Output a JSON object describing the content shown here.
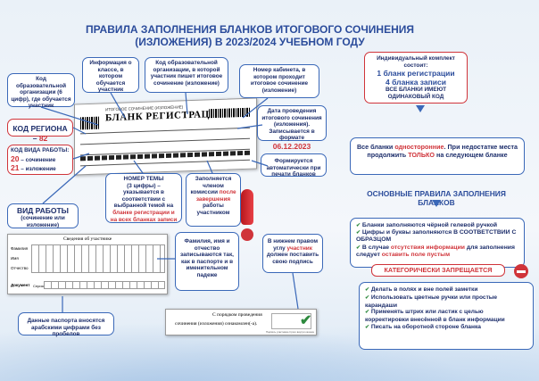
{
  "title": {
    "line1": "ПРАВИЛА ЗАПОЛНЕНИЯ БЛАНКОВ ИТОГОВОГО СОЧИНЕНИЯ",
    "line2": "(ИЗЛОЖЕНИЯ) В 2023/2024 УЧЕБНОМ ГОДУ"
  },
  "boxes": {
    "org_code": "Код образовательной организации (6 цифр), где обучается участник",
    "class_info": "Информация о классе, в котором обучается участник",
    "writing_org": "Код образовательной организации, в которой участник пишет итоговое сочинение (изложение)",
    "room": "Номер кабинета, в котором проходит итоговое сочинение (изложение)",
    "date_head": "Дата проведения итогового сочинения (изложения). Записывается в формате",
    "date_val": "06.12.2023",
    "region_label": "КОД РЕГИОНА – ",
    "region_val": "82",
    "work_label": "КОД ВИДА РАБОТЫ:",
    "work_20": "20",
    "work_20_t": " – сочинение",
    "work_21": "21",
    "work_21_t": " – изложение",
    "auto": "Формируется автоматически при печати бланков",
    "topic_head": "НОМЕР ТЕМЫ",
    "topic_body": "(3 цифры) – указывается в соответствии с выбранной темой на",
    "topic_red": "бланке регистрации и на всех бланках записи",
    "commission": "Заполняется членом комиссии",
    "commission_red": "после завершения",
    "commission_tail": "работы участником",
    "vid_head": "ВИД РАБОТЫ",
    "vid_body": "(сочинение или изложение)",
    "fio": "Фамилия, имя и отчество записываются так, как в паспорте и в именительном падеже",
    "sign_text1": "В нижнем правом углу",
    "sign_red": "участник",
    "sign_text2": "должен поставить свою подпись",
    "passport": "Данные паспорта вносятся арабскими цифрами без пробелов",
    "kit_head": "Индивидуальный комплект состоит:",
    "kit_1": "1 бланк регистрации",
    "kit_2": "4 бланка записи",
    "kit_3": "ВСЕ БЛАНКИ ИМЕЮТ ОДИНАКОВЫЙ КОД",
    "onesided_1": "Все бланки",
    "onesided_2": "односторонние",
    "onesided_3": ". При недостатке места продолжить",
    "onesided_4": "ТОЛЬКО",
    "onesided_5": " на следующем бланке"
  },
  "rules": {
    "head": "ОСНОВНЫЕ ПРАВИЛА ЗАПОЛНЕНИЯ БЛАНКОВ",
    "items": [
      "Бланки заполняются чёрной гелевой ручкой",
      "Цифры и буквы заполняются В СООТВЕТСТВИИ С ОБРАЗЦОМ",
      "В случае отсутствия информации для заполнения следует оставить поле пустым"
    ],
    "item3_a": "В случае ",
    "item3_red1": "отсутствия информации",
    "item3_b": " для заполнения следует ",
    "item3_red2": "оставить поле пустым"
  },
  "forbidden": {
    "head": "КАТЕГОРИЧЕСКИ ЗАПРЕЩАЕТСЯ",
    "items": [
      "Делать в полях и вне полей заметки",
      "Использовать цветные ручки или простые карандаши",
      "Применять штрих или ластик с целью корректировки внесённой в бланк информации",
      "Писать на оборотной стороне бланка"
    ]
  },
  "doc": {
    "reg_title": "БЛАНК РЕГИСТРАЦИИ",
    "small_head": "ИТОГОВОЕ СОЧИНЕНИЕ (ИЗЛОЖЕНИЕ)",
    "participant": "Сведения об участнике",
    "f": "Фамилия",
    "i": "Имя",
    "o": "Отчество",
    "doc": "Документ",
    "ser": "Серия",
    "num": "Номер"
  },
  "consent": {
    "line1": "С порядком проведения",
    "line2": "сочинения (изложения) ознакомлен(-а).",
    "sign": "Подпись участника строго внутри окошка"
  },
  "colors": {
    "accent": "#3a68b8",
    "red": "#d0343a",
    "green": "#2d8a3e"
  }
}
